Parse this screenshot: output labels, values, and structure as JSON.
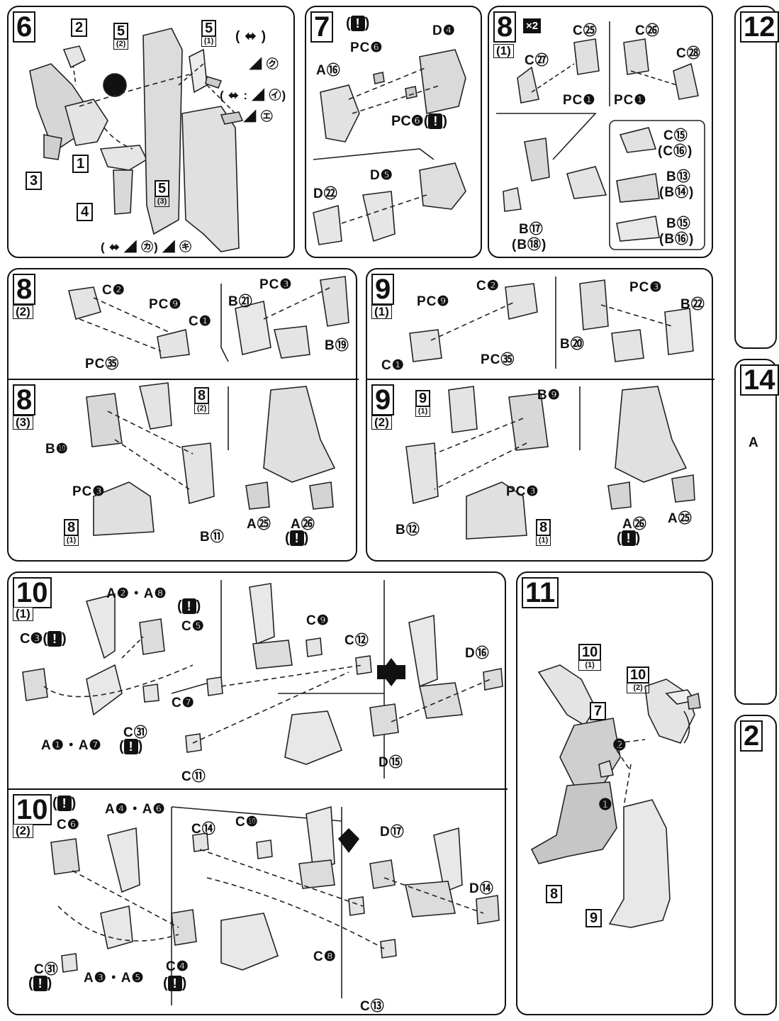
{
  "steps": {
    "s6": {
      "number": "6",
      "labels": {
        "p2": "2",
        "p5a": "5",
        "p5a_sub": "(2)",
        "p5b": "5",
        "p5b_sub": "(1)",
        "p5c": "5",
        "p5c_sub": "(3)",
        "p1": "1",
        "p3": "3",
        "p4": "4"
      },
      "notes": {
        "n1": "( ⬌ )",
        "n2": "( ⬌ : ◢ ㋑)",
        "n3": "◢ ㋗",
        "n4": "◢ ㋓",
        "n5": "( ⬌ ◢ ㋕) ◢ ㋖"
      }
    },
    "s7": {
      "number": "7",
      "labels": {
        "a16": "A⑯",
        "d4": "D❹",
        "pcf": "PC❻",
        "pcf2": "PC❻(",
        "d22": "D㉒",
        "d5": "D❺"
      }
    },
    "s8_1": {
      "number": "8",
      "multiplier": "×2",
      "sub": "(1)",
      "labels": {
        "c25": "C㉕",
        "c26": "C㉖",
        "c27": "C㉗",
        "c28": "C㉘",
        "pci1": "PC❶",
        "pci2": "PC❶",
        "c15": "C⑮",
        "c16": "(C⑯)",
        "b13": "B⑬",
        "b14": "(B⑭)",
        "b15": "B⑮",
        "b16": "(B⑯)",
        "b17": "B⑰",
        "b18": "(B⑱)"
      }
    },
    "s8_2": {
      "number": "8",
      "sub": "(2)",
      "labels": {
        "c2": "C❷",
        "pcj": "PC❾",
        "c1": "C❶",
        "pcm": "PC㉟",
        "pcb": "PC❸",
        "b21": "B㉑",
        "b19": "B⑲"
      }
    },
    "s9_1": {
      "number": "9",
      "sub": "(1)",
      "labels": {
        "c2": "C❷",
        "pcj": "PC❾",
        "pcm": "PC㉟",
        "c1": "C❶",
        "pcb": "PC❸",
        "b22": "B㉒",
        "b20": "B⑳"
      }
    },
    "s8_3": {
      "number": "8",
      "sub": "(3)",
      "labels": {
        "ref82": "8",
        "ref82_sub": "(2)",
        "b10": "B❿",
        "pcc": "PC❸",
        "ref81": "8",
        "ref81_sub": "(1)",
        "b11": "B⑪",
        "a25": "A㉕",
        "a26": "A㉖"
      }
    },
    "s9_2": {
      "number": "9",
      "sub": "(2)",
      "labels": {
        "ref91": "9",
        "ref91_sub": "(1)",
        "b9": "B❾",
        "pcc": "PC❸",
        "b12": "B⑫",
        "ref81": "8",
        "ref81_sub": "(1)",
        "a26": "A㉖",
        "a25": "A㉕"
      }
    },
    "s10_1": {
      "number": "10",
      "sub": "(1)",
      "labels": {
        "a2a8": "A❷・A❽",
        "c5": "C❺",
        "c3": "C❸(",
        "a1a7": "A❶・A❼",
        "c31": "C㉛",
        "c9": "C❾",
        "c12": "C⑫",
        "c7": "C❼",
        "c11": "C⑪",
        "d16": "D⑯",
        "d15": "D⑮"
      }
    },
    "s10_2": {
      "number": "10",
      "sub": "(2)",
      "labels": {
        "a4a6": "A❹・A❻",
        "c6": "C❻",
        "c14": "C⑭",
        "c10": "C❿",
        "d17": "D⑰",
        "d14": "D⑭",
        "c31": "C㉛",
        "a3a5": "A❸・A❺",
        "c4": "C❹",
        "c8": "C❽",
        "c13": "C⑬"
      }
    },
    "s11": {
      "number": "11",
      "labels": {
        "r101": "10",
        "r101_sub": "(1)",
        "r102": "10",
        "r102_sub": "(2)",
        "r7": "7",
        "r8": "8",
        "r9": "9",
        "o1": "❶",
        "o2": "❷"
      }
    },
    "edge": {
      "n12": "12",
      "n14": "14",
      "a": "A",
      "n2": "2"
    }
  },
  "exclamation": "!",
  "close_paren": ")",
  "open_paren": "("
}
